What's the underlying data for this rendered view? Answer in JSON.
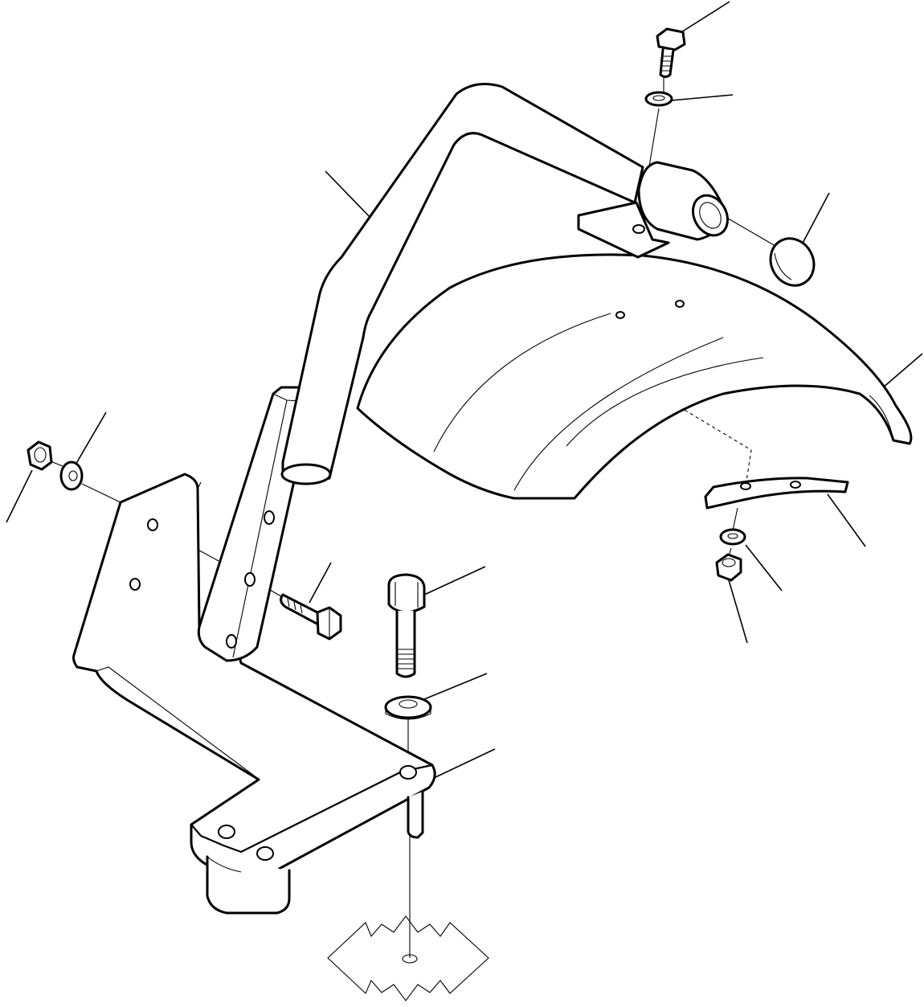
{
  "figure": {
    "kind": "exploded-parts-diagram",
    "line_color": "#000000",
    "background": "#ffffff",
    "parts": [
      {
        "name": "handrail-tube"
      },
      {
        "name": "tube-mount-bracket"
      },
      {
        "name": "end-cap"
      },
      {
        "name": "fender"
      },
      {
        "name": "fender-support-plate"
      },
      {
        "name": "curved-backing-strip"
      },
      {
        "name": "bracket-upright-plate"
      },
      {
        "name": "mounting-bolt-large"
      },
      {
        "name": "hex-bolt-small"
      },
      {
        "name": "top-bolt"
      },
      {
        "name": "washer"
      },
      {
        "name": "nut"
      },
      {
        "name": "ground-symbol"
      }
    ],
    "callout_count": 14
  }
}
